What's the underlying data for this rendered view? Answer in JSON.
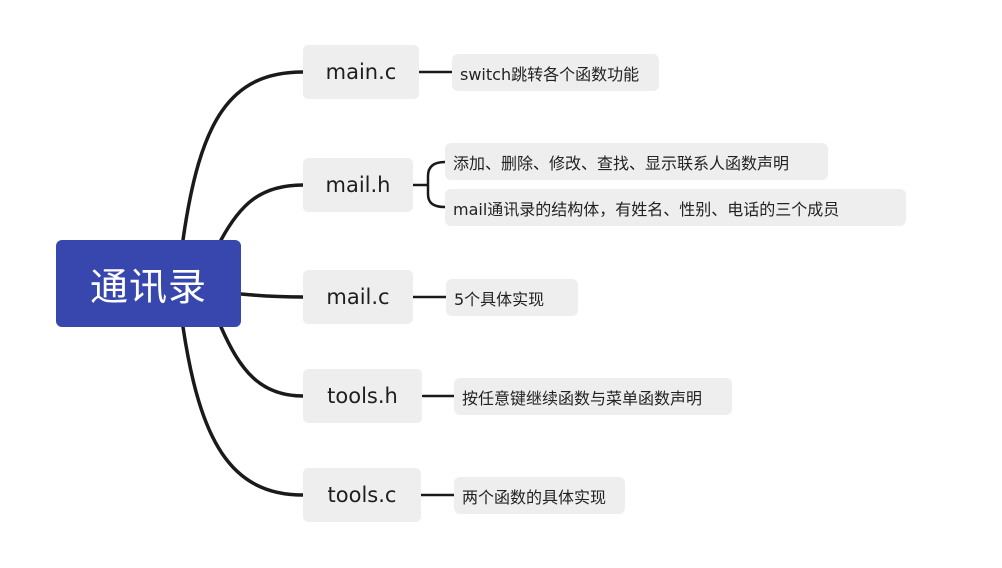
{
  "root": {
    "label": "通讯录"
  },
  "branches": [
    {
      "label": "main.c",
      "notes": [
        "switch跳转各个函数功能"
      ]
    },
    {
      "label": "mail.h",
      "notes": [
        "添加、删除、修改、查找、显示联系人函数声明",
        "mail通讯录的结构体，有姓名、性别、电话的三个成员"
      ]
    },
    {
      "label": "mail.c",
      "notes": [
        "5个具体实现"
      ]
    },
    {
      "label": "tools.h",
      "notes": [
        "按任意键继续函数与菜单函数声明"
      ]
    },
    {
      "label": "tools.c",
      "notes": [
        "两个函数的具体实现"
      ]
    }
  ],
  "colors": {
    "root_fill": "#3847ad",
    "node_fill": "#eeeeee",
    "line": "#1a1a1a"
  }
}
